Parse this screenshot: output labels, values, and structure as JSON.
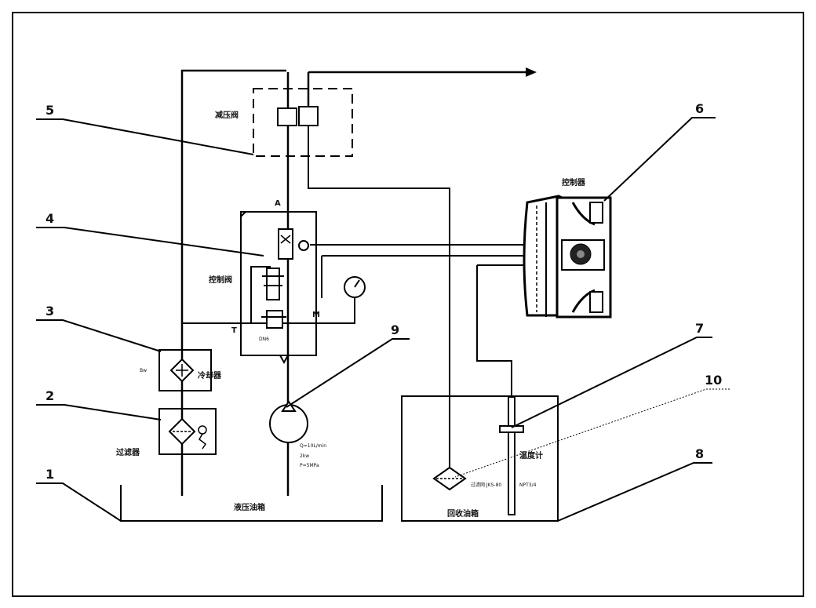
{
  "callouts": {
    "n1": "1",
    "n2": "2",
    "n3": "3",
    "n4": "4",
    "n5": "5",
    "n6": "6",
    "n7": "7",
    "n8": "8",
    "n9": "9",
    "n10": "10"
  },
  "labels": {
    "pressure_valve": "减压阀",
    "control_valve": "控制阀",
    "cooler": "冷却器",
    "filter": "过滤器",
    "hydraulic_tank": "液压油箱",
    "controller": "控制器",
    "thermometer": "温度计",
    "collect_tank": "回收油箱",
    "port_a": "A",
    "port_t": "T",
    "port_m": "M",
    "cooler_tag": "Bw"
  },
  "pump_specs": [
    "Q=10L/min",
    "2kw",
    "P=5MPa"
  ],
  "tiny_notes": {
    "valve_note": "DN6",
    "strainer_note_left": "过滤网 JKS-80",
    "strainer_note_right": "NPT3/4"
  },
  "colors": {
    "line": "#000000",
    "background": "#ffffff"
  }
}
